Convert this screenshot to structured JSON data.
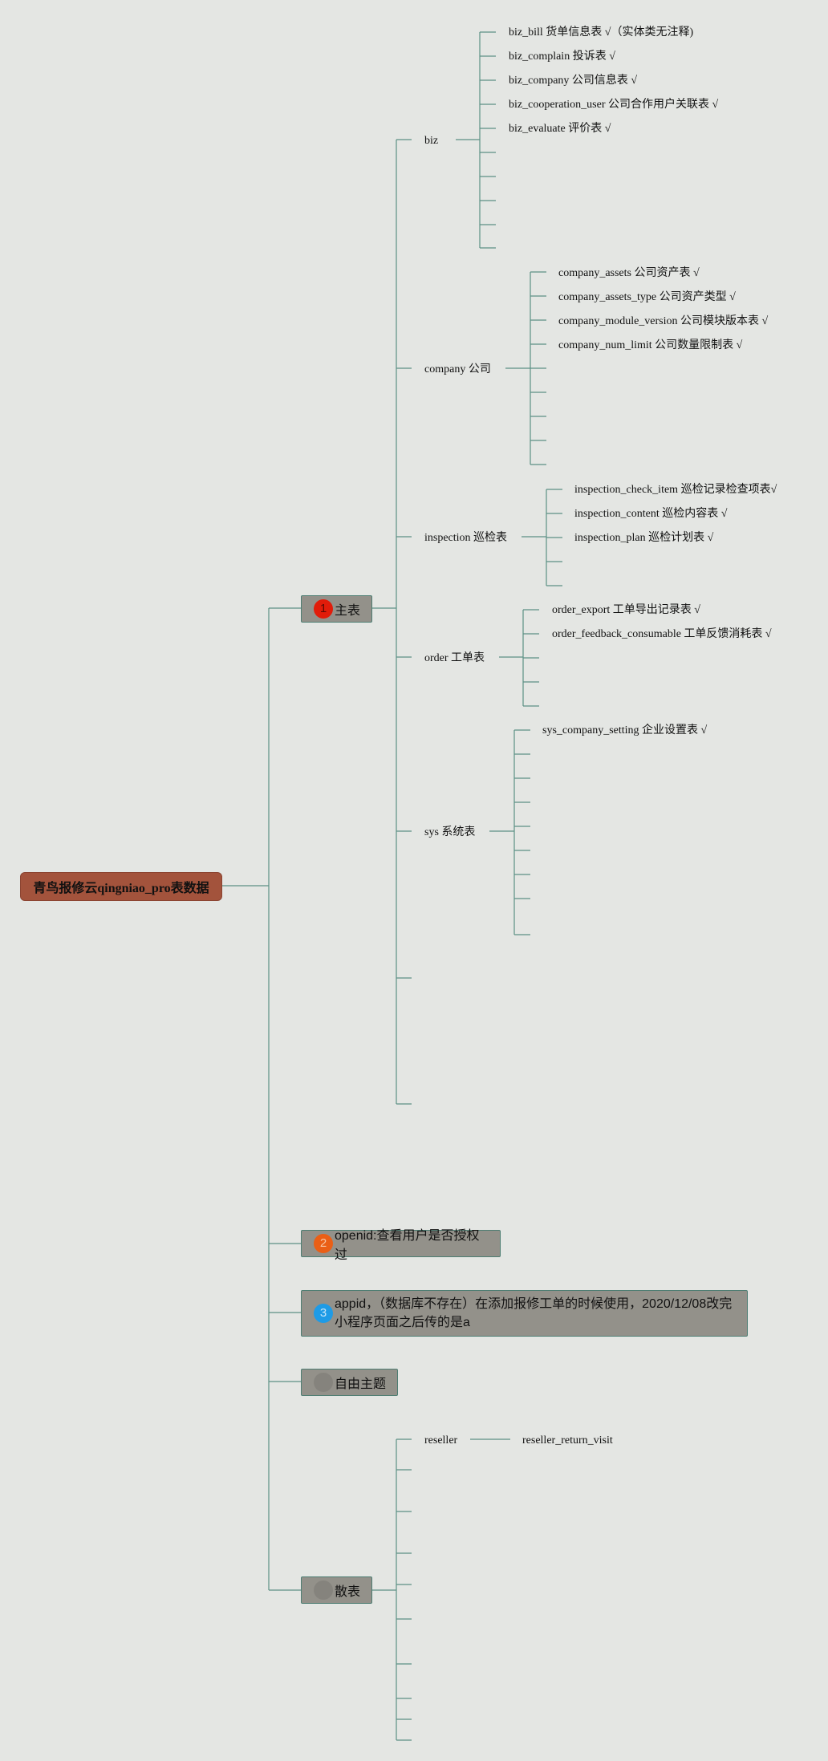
{
  "root": {
    "label": "青鸟报修云qingniao_pro表数据"
  },
  "topics": [
    {
      "num": "1",
      "label": "主表",
      "badge_color": "#e11c0a",
      "badge_text_color": "#5a0b05"
    },
    {
      "num": "2",
      "label": "openid:查看用户是否授权过",
      "badge_color": "#ea5f16",
      "badge_text_color": "#f7c7a5"
    },
    {
      "num": "3",
      "label": "appid，（数据库不存在）在添加报修工单的时候使用，2020/12/08改完小程序页面之后传的是a",
      "badge_color": "#1e9be6",
      "badge_text_color": "#c9e6f8"
    },
    {
      "num": "",
      "label": "自由主题",
      "badge_color": "#85837d",
      "badge_text_color": "#85837d"
    },
    {
      "num": "",
      "label": "散表",
      "badge_color": "#85837d",
      "badge_text_color": "#85837d"
    }
  ],
  "groups": {
    "biz": {
      "label": "biz",
      "items": [
        "biz_bill  货单信息表 √（实体类无注释)",
        "biz_complain  投诉表  √",
        "biz_company  公司信息表 √",
        "biz_cooperation_user  公司合作用户关联表  √",
        "biz_evaluate  评价表 √"
      ]
    },
    "company": {
      "label": "company  公司",
      "items": [
        "company_assets  公司资产表 √",
        "company_assets_type   公司资产类型 √",
        "company_module_version  公司模块版本表 √",
        "company_num_limit  公司数量限制表 √"
      ]
    },
    "inspection": {
      "label": "inspection  巡检表",
      "items": [
        "inspection_check_item  巡检记录检查项表√",
        "inspection_content  巡检内容表 √",
        "inspection_plan  巡检计划表 √"
      ]
    },
    "order": {
      "label": "order  工单表",
      "items": [
        "order_export  工单导出记录表 √",
        "order_feedback_consumable 工单反馈消耗表 √"
      ]
    },
    "sys": {
      "label": "sys  系统表",
      "items": [
        "sys_company_setting 企业设置表 √"
      ]
    }
  },
  "loose": {
    "label": "reseller",
    "child": "reseller_return_visit"
  }
}
